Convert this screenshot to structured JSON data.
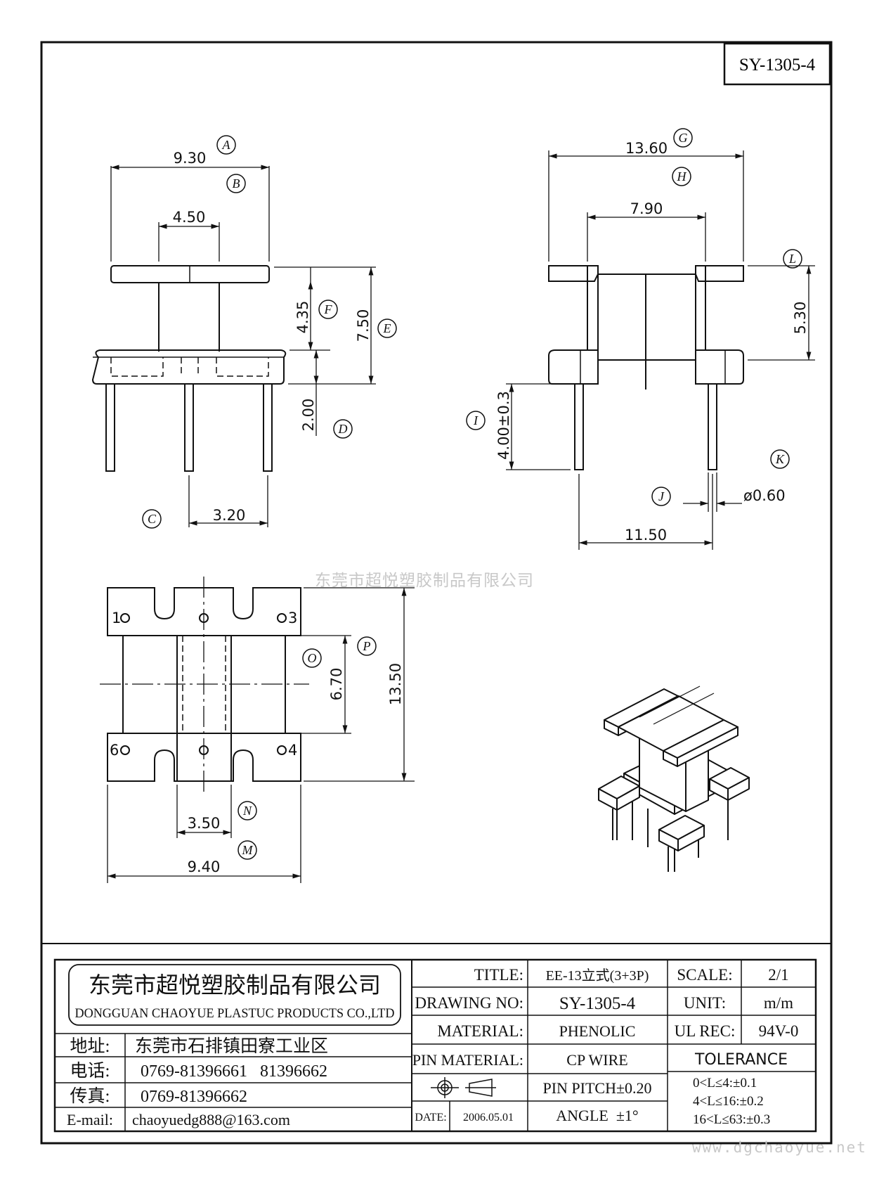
{
  "drawing_no": "SY-1305-4",
  "watermark_text": "东莞市超悦塑胶制品有限公司",
  "watermark_url": "www.dgchaoyue.net",
  "dimensions": {
    "A_val": "9.30",
    "B_val": "4.50",
    "F_val": "4.35",
    "E_val": "7.50",
    "D_val": "2.00",
    "C_val": "3.20",
    "G_val": "13.60",
    "H_val": "7.90",
    "L_val": "5.30",
    "I_val": "4.00±0.3",
    "K_val": "ø0.60",
    "J_val": "11.50",
    "P_val": "6.70",
    "O_val": "13.50",
    "N_val": "3.50",
    "M_val": "9.40"
  },
  "balloons": {
    "A": "A",
    "B": "B",
    "C": "C",
    "D": "D",
    "E": "E",
    "F": "F",
    "G": "G",
    "H": "H",
    "I": "I",
    "J": "J",
    "K": "K",
    "L": "L",
    "M": "M",
    "N": "N",
    "O": "O",
    "P": "P"
  },
  "pins": {
    "p1": "1",
    "p3": "3",
    "p4": "4",
    "p6": "6"
  },
  "company": {
    "name_cn": "东莞市超悦塑胶制品有限公司",
    "name_en": "DONGGUAN CHAOYUE PLASTUC PRODUCTS CO.,LTD",
    "addr_label": "地址:",
    "addr": "东莞市石排镇田寮工业区",
    "tel_label": "电话:",
    "tel": "0769-81396661   81396662",
    "fax_label": "传真:",
    "fax": "0769-81396662",
    "email_label": "E-mail:",
    "email": "chaoyuedg888@163.com"
  },
  "title_block": {
    "title_label": "TITLE:",
    "title": "EE-13立式(3+3P)",
    "drawing_no_label": "DRAWING NO:",
    "drawing_no": "SY-1305-4",
    "material_label": "MATERIAL:",
    "material": "PHENOLIC",
    "pin_material_label": "PIN MATERIAL:",
    "pin_material": "CP WIRE",
    "pin_pitch": "PIN PITCH±0.20",
    "angle": "ANGLE  ±1°",
    "date_label": "DATE:",
    "date": "2006.05.01",
    "scale_label": "SCALE:",
    "scale": "2/1",
    "unit_label": "UNIT:",
    "unit": "m/m",
    "ul_label": "UL REC:",
    "ul": "94V-0",
    "tolerance_label": "TOLERANCE",
    "tol1": "0<L≤4:±0.1",
    "tol2": "4<L≤16:±0.2",
    "tol3": "16<L≤63:±0.3"
  }
}
